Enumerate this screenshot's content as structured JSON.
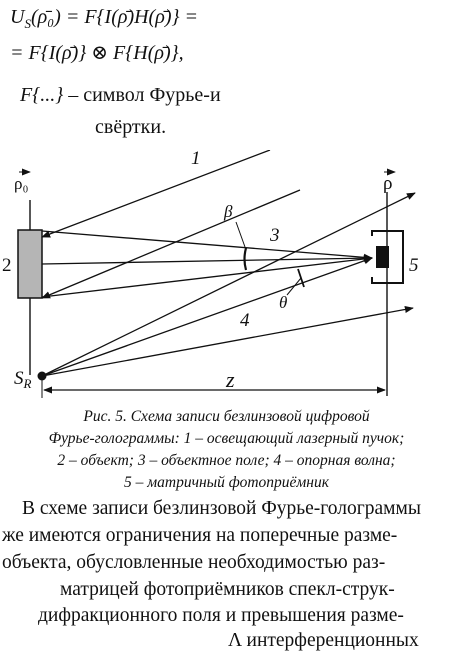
{
  "formulas": {
    "line1_lhs": "U",
    "line1_sub": "S",
    "line1_rest": "(ρ̄₀) = F{I(ρ̄)H(ρ̄)} =",
    "line2": "= F{I(ρ̄)} ⊗ F{H(ρ̄)},",
    "line3_sym": "F{...}",
    "line3_text": "– символ Фурье-и",
    "line4_text": "свёртки."
  },
  "diagram": {
    "label_1": "1",
    "label_2": "2",
    "label_3": "3",
    "label_4": "4",
    "label_5": "5",
    "label_beta": "β",
    "label_theta": "θ",
    "label_rho0": "ρ₀",
    "label_rho": "ρ",
    "label_sr_main": "S",
    "label_sr_sub": "R",
    "label_z": "z"
  },
  "caption": {
    "line1": "Рис. 5. Схема записи безлинзовой цифровой",
    "line2": "Фурье-голограммы: 1 – освещающий лазерный пучок;",
    "line3": "2 – объект; 3 – объектное поле; 4 – опорная волна;",
    "line4": "5 – матричный фотоприёмник"
  },
  "body_text": {
    "line1": "В схеме записи безлинзовой Фурье-голограммы",
    "line2": "же имеются ограничения на поперечные разме-",
    "line3": "объекта, обусловленные необходимостью раз-",
    "line4": "матрицей фотоприёмников спекл-струк-",
    "line5": "дифракционного поля и превышения разме-",
    "line6": "Λ  интерференционных"
  }
}
